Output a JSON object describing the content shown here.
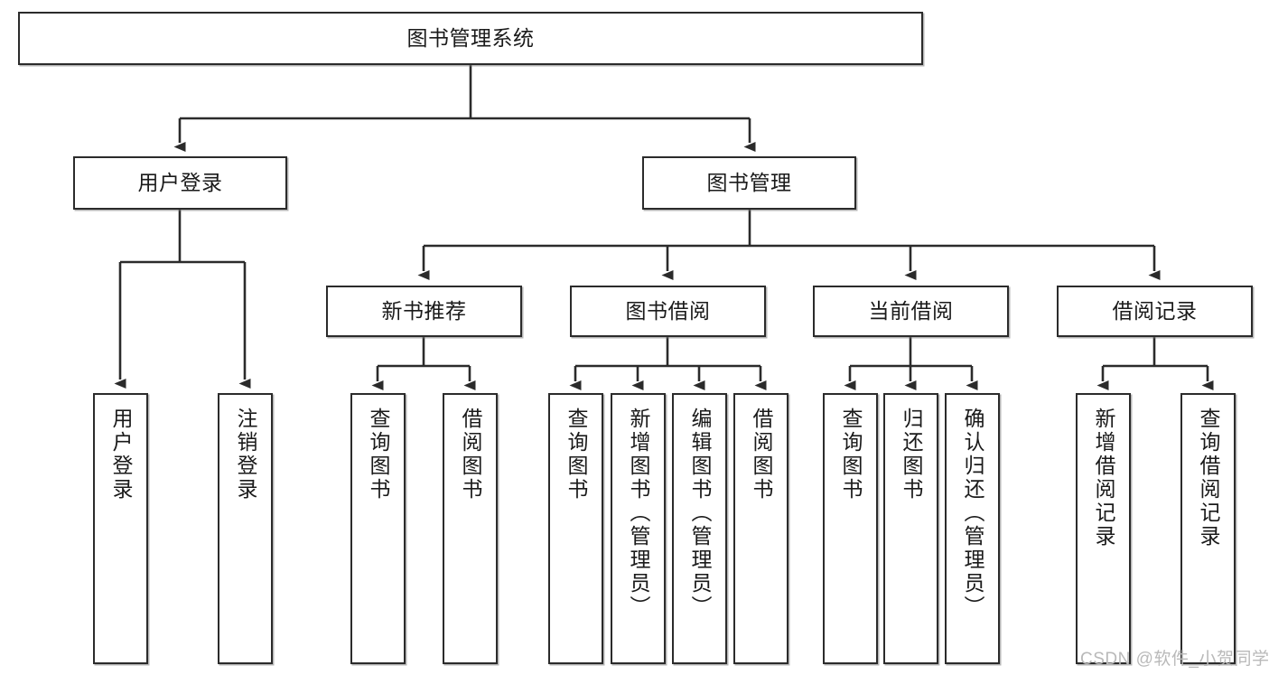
{
  "diagram": {
    "type": "tree-hierarchy-chart",
    "title": "图书管理系统",
    "watermark": "CSDN @软件_小贺同学",
    "colors": {
      "box_border": "#2b2b2b",
      "box_fill": "#ffffff",
      "connector": "#2b2b2b",
      "text": "#1a1a1a",
      "watermark": "#b9b9b9",
      "background": "#ffffff"
    },
    "levels": {
      "root": {
        "label": "图书管理系统"
      },
      "level2": [
        {
          "label": "用户登录"
        },
        {
          "label": "图书管理"
        }
      ],
      "level3": [
        {
          "label": "新书推荐"
        },
        {
          "label": "图书借阅"
        },
        {
          "label": "当前借阅"
        },
        {
          "label": "借阅记录"
        }
      ],
      "leaves": {
        "用户登录": [
          "用户登录",
          "注销登录"
        ],
        "新书推荐": [
          "查询图书",
          "借阅图书"
        ],
        "图书借阅": [
          "查询图书",
          "新增图书（管理员）",
          "编辑图书（管理员）",
          "借阅图书"
        ],
        "当前借阅": [
          "查询图书",
          "归还图书",
          "确认归还（管理员）"
        ],
        "借阅记录": [
          "新增借阅记录",
          "查询借阅记录"
        ]
      }
    },
    "nodes": {
      "root": "图书管理系统",
      "user_login": "用户登录",
      "book_manage": "图书管理",
      "new_book_rec": "新书推荐",
      "book_borrow": "图书借阅",
      "current_borrow": "当前借阅",
      "borrow_record": "借阅记录",
      "leaf_user_login": "用户登录",
      "leaf_user_logout": "注销登录",
      "leaf_rec_query": "查询图书",
      "leaf_rec_borrow": "借阅图书",
      "leaf_borrow_query": "查询图书",
      "leaf_borrow_add": "新增图书（管理员）",
      "leaf_borrow_edit": "编辑图书（管理员）",
      "leaf_borrow_borrow": "借阅图书",
      "leaf_cur_query": "查询图书",
      "leaf_cur_return": "归还图书",
      "leaf_cur_confirm": "确认归还（管理员）",
      "leaf_rec_add": "新增借阅记录",
      "leaf_rec_search": "查询借阅记录"
    }
  }
}
